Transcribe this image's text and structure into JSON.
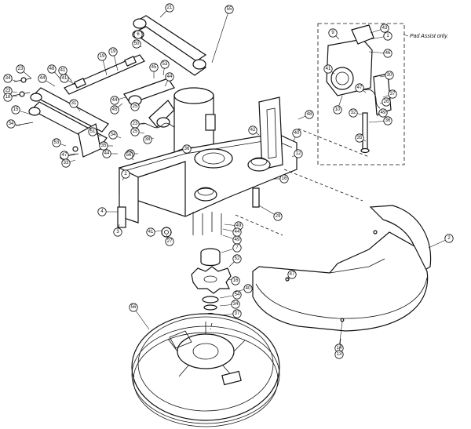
{
  "inset_note": "Pad Assist only.",
  "callouts": [
    "1",
    "2",
    "3",
    "4",
    "5",
    "6",
    "7",
    "8",
    "9",
    "10",
    "11",
    "12",
    "13",
    "14",
    "15",
    "16",
    "17",
    "18",
    "19",
    "20",
    "21",
    "22",
    "23",
    "24",
    "25",
    "26",
    "27",
    "28",
    "29",
    "30",
    "31",
    "32",
    "33",
    "34",
    "35",
    "36",
    "37",
    "38",
    "39",
    "40",
    "41",
    "42",
    "43",
    "44",
    "45",
    "46",
    "47",
    "48",
    "49",
    "50",
    "51",
    "52",
    "53",
    "54",
    "55",
    "56"
  ],
  "colors": {
    "line": "#111111",
    "paper": "#ffffff"
  }
}
